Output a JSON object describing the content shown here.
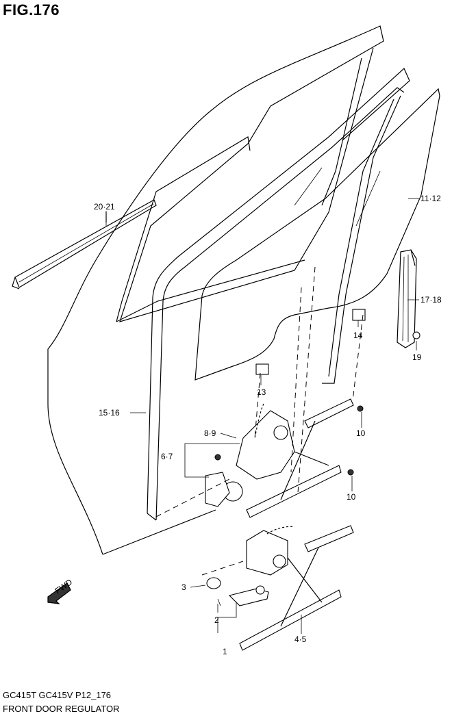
{
  "figure": {
    "title": "FIG.176",
    "model_line": "GC415T GC415V P12_176",
    "subtitle": "FRONT DOOR REGULATOR"
  },
  "callouts": {
    "c20_21": "20·21",
    "c11_12": "11·12",
    "c17_18": "17·18",
    "c14": "14",
    "c19": "19",
    "c13": "13",
    "c15_16": "15·16",
    "c8_9": "8·9",
    "c6_7": "6·7",
    "c10a": "10",
    "c10b": "10",
    "c3": "3",
    "c2": "2",
    "c1": "1",
    "c4_5": "4·5"
  },
  "fwd_mark": "FWD"
}
